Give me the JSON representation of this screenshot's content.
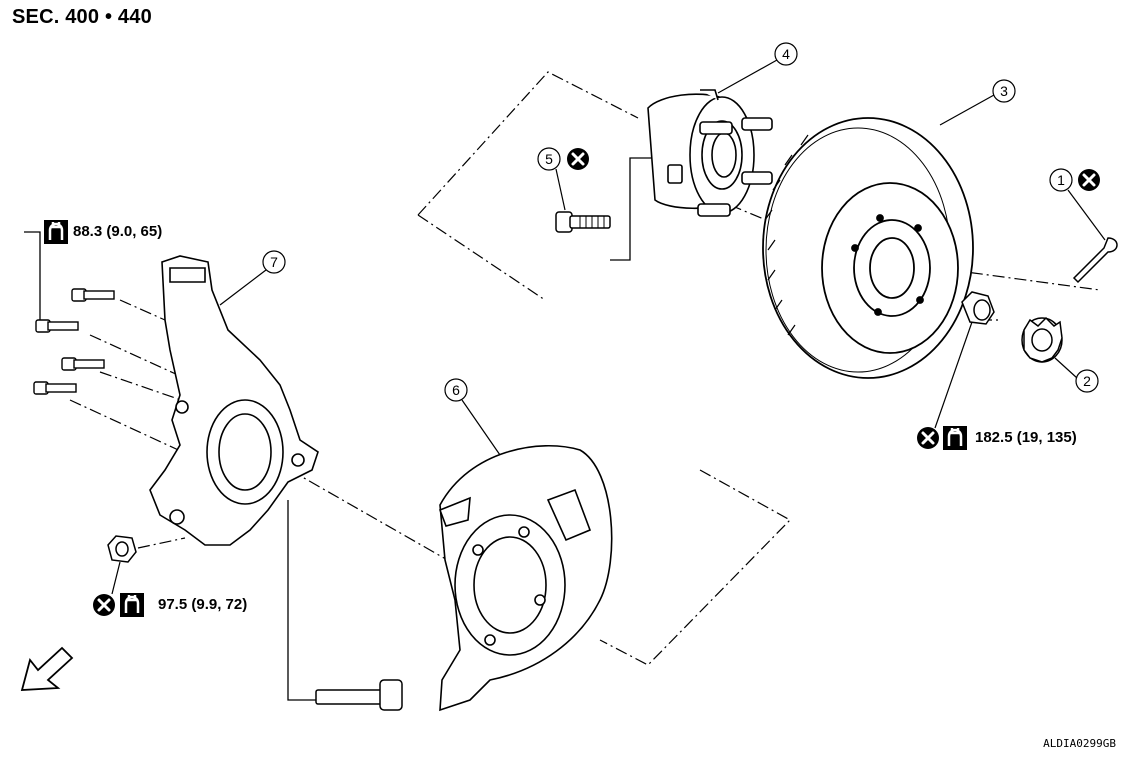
{
  "section_label": "SEC. 400 • 440",
  "reference_code": "ALDIA0299GB",
  "callouts": [
    "1",
    "2",
    "3",
    "4",
    "5",
    "6",
    "7"
  ],
  "torque_specs": {
    "knuckle_bolt": "88.3 (9.0, 65)",
    "hub_nut": "182.5 (19, 135)",
    "lower_nut": "97.5 (9.9, 72)"
  },
  "icons": [
    "do-not-reuse-icon",
    "torque-wrench-icon",
    "front-direction-arrow-icon"
  ],
  "colors": {
    "line": "#000000",
    "background": "#ffffff"
  }
}
